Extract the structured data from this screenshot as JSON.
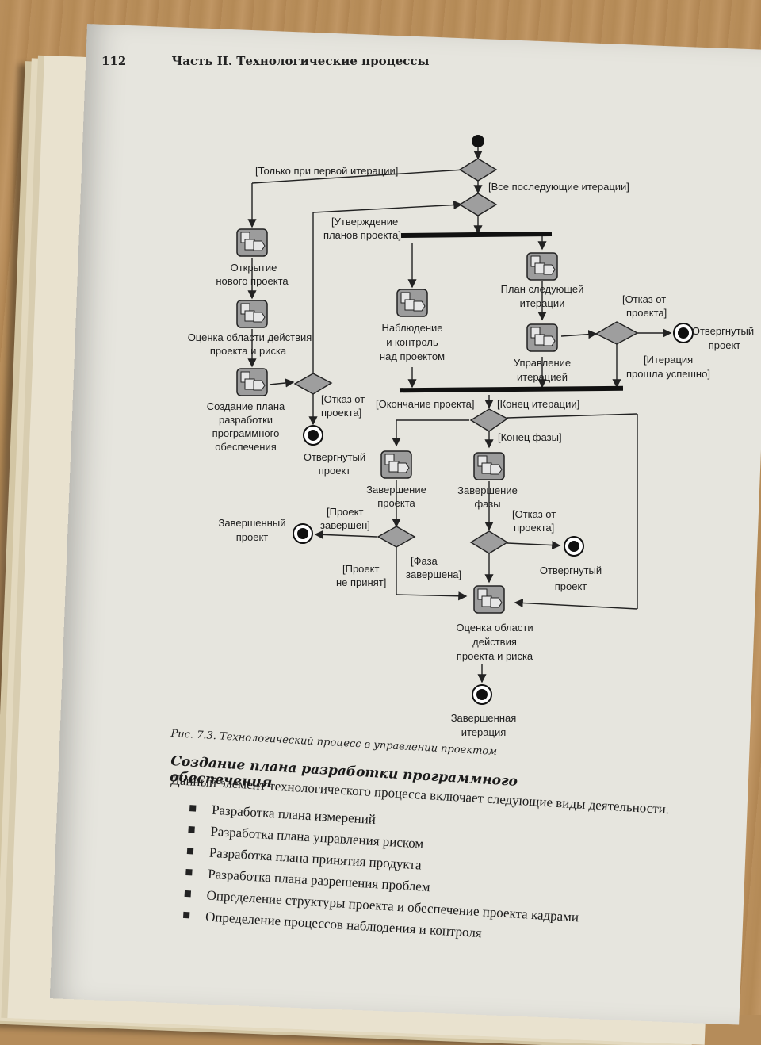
{
  "page_header": {
    "number": "112",
    "title": "Часть II. Технологические процессы"
  },
  "diagram": {
    "guards": {
      "first_iteration": "[Только при первой итерации]",
      "subsequent_iterations": "[Все последующие итерации]",
      "approval_line1": "[Утверждение",
      "approval_line2": "планов проекта]",
      "reject_project_top_line1": "[Отказ от",
      "reject_project_top_line2": "проекта]",
      "iteration_ok_line1": "[Итерация",
      "iteration_ok_line2": "прошла успешно]",
      "reject_project_left_line1": "[Отказ от",
      "reject_project_left_line2": "проекта]",
      "project_end": "[Окончание проекта]",
      "iteration_end": "[Конец итерации]",
      "phase_end": "[Конец фазы]",
      "project_done_line1": "[Проект",
      "project_done_line2": "завершен]",
      "reject_project_phase_line1": "[Отказ от",
      "reject_project_phase_line2": "проекта]",
      "project_not_accepted_line1": "[Проект",
      "project_not_accepted_line2": "не принят]",
      "phase_done_line1": "[Фаза",
      "phase_done_line2": "завершена]"
    },
    "activities": {
      "open_project_l1": "Открытие",
      "open_project_l2": "нового проекта",
      "assess_l1": "Оценка области действия",
      "assess_l2": "проекта и риска",
      "plan_l1": "Создание плана",
      "plan_l2": "разработки",
      "plan_l3": "программного",
      "plan_l4": "обеспечения",
      "monitor_l1": "Наблюдение",
      "monitor_l2": "и контроль",
      "monitor_l3": "над проектом",
      "next_plan_l1": "План следующей",
      "next_plan_l2": "итерации",
      "manage_l1": "Управление",
      "manage_l2": "итерацией",
      "finish_project_l1": "Завершение",
      "finish_project_l2": "проекта",
      "finish_phase_l1": "Завершение",
      "finish_phase_l2": "фазы",
      "assess_end_l1": "Оценка области",
      "assess_end_l2": "действия",
      "assess_end_l3": "проекта и риска"
    },
    "final_states": {
      "rejected_right_l1": "Отвергнутый",
      "rejected_right_l2": "проект",
      "rejected_left_l1": "Отвергнутый",
      "rejected_left_l2": "проект",
      "completed_project_l1": "Завершенный",
      "completed_project_l2": "проект",
      "rejected_mid_l1": "Отвергнутый",
      "rejected_mid_l2": "проект",
      "completed_iteration_l1": "Завершенная",
      "completed_iteration_l2": "итерация"
    }
  },
  "caption": "Рис. 7.3. Технологический процесс в управлении проектом",
  "section": {
    "title": "Создание плана разработки программного обеспечения",
    "intro": "Данный элемент технологического процесса включает следующие виды деятельности.",
    "items": [
      "Разработка плана измерений",
      "Разработка плана управления риском",
      "Разработка плана принятия продукта",
      "Разработка плана разрешения проблем",
      "Определение структуры проекта и обеспечение проекта кадрами",
      "Определение процессов наблюдения и контроля"
    ]
  }
}
